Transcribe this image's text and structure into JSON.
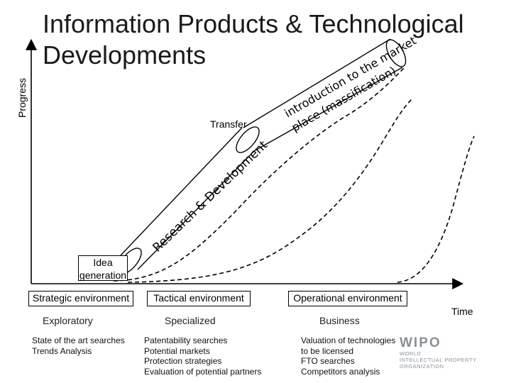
{
  "title": "Information Products & Technological Developments",
  "axes": {
    "y_label": "Progress",
    "x_label": "Time"
  },
  "stages": {
    "research": "Research & Development",
    "transfer": "Transfer",
    "market_line1": "introduction to the market",
    "market_line2": "place (massification)"
  },
  "idea": {
    "line1": "Idea",
    "line2": "generation"
  },
  "environments": [
    {
      "label": "Strategic environment",
      "category": "Exploratory",
      "items": [
        "State of the art searches",
        "Trends Analysis"
      ]
    },
    {
      "label": "Tactical environment",
      "category": "Specialized",
      "items": [
        "Patentability searches",
        "Potential markets",
        "Protection strategies",
        "Evaluation of potential partners"
      ]
    },
    {
      "label": "Operational environment",
      "category": "Business",
      "items": [
        "Valuation of technologies to be licensed",
        "FTO searches",
        "Competitors analysis"
      ]
    }
  ],
  "logo": {
    "name": "WIPO",
    "line1": "WORLD",
    "line2": "INTELLECTUAL PROPERTY",
    "line3": "ORGANIZATION"
  },
  "colors": {
    "logo_gray": "#8a8f99",
    "curve": "#000000"
  }
}
